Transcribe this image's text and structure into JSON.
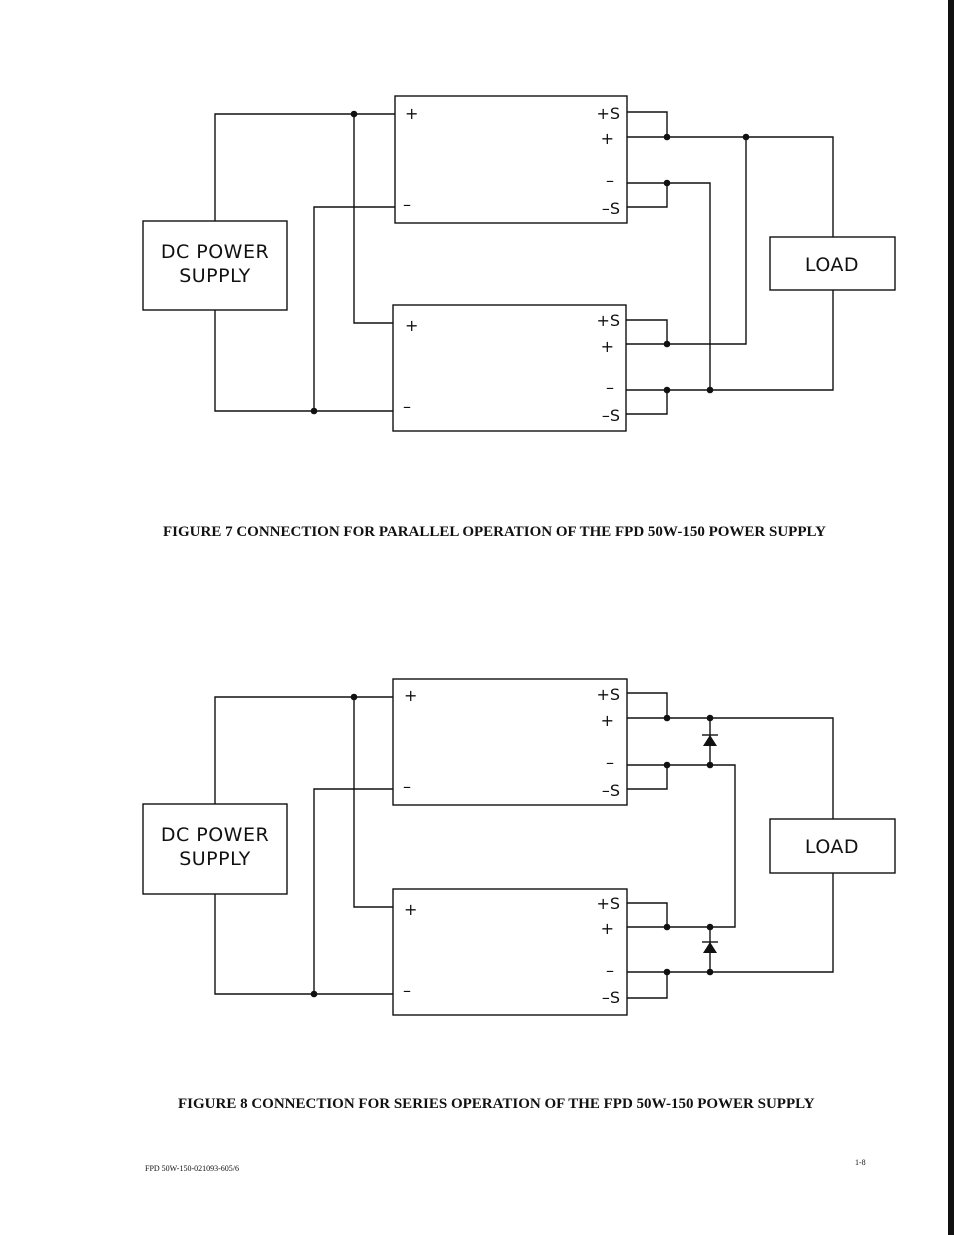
{
  "figures": [
    {
      "caption": "FIGURE 7   CONNECTION FOR PARALLEL OPERATION OF THE FPD 50W-150 POWER SUPPLY",
      "source_line1": "DC POWER",
      "source_line2": "SUPPLY",
      "load": "LOAD"
    },
    {
      "caption": "FIGURE 8   CONNECTION FOR SERIES OPERATION OF THE FPD 50W-150 POWER SUPPLY",
      "source_line1": "DC POWER",
      "source_line2": "SUPPLY",
      "load": "LOAD"
    }
  ],
  "terminals": {
    "in_plus": "+",
    "in_minus": "–",
    "sense_plus": "+S",
    "out_plus": "+",
    "out_minus": "–",
    "sense_minus": "–S"
  },
  "footer": {
    "doc_id": "FPD 50W-150-021093-605/6",
    "page_number": "1-8"
  }
}
